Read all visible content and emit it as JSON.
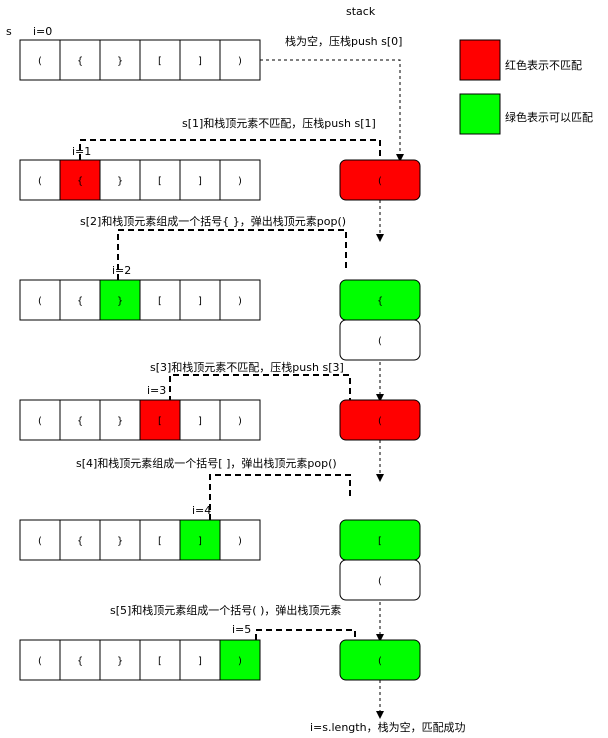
{
  "header": {
    "s_label": "s",
    "stack_label": "stack"
  },
  "legend": {
    "red": {
      "text": "红色表示不匹配",
      "color": "#ff0000"
    },
    "green": {
      "text": "绿色表示可以匹配",
      "color": "#00ff00"
    }
  },
  "chars": [
    "(",
    "{",
    "}",
    "[",
    "]",
    ")"
  ],
  "rows": [
    {
      "index_label": "i=0",
      "highlight": null,
      "highlight_color": "",
      "caption": "栈为空，压栈push s[0]",
      "stack": []
    },
    {
      "index_label": "i=1",
      "highlight": 1,
      "highlight_color": "#ff0000",
      "caption": "s[1]和栈顶元素不匹配，压栈push s[1]",
      "stack": [
        {
          "char": "(",
          "color": "#ff0000"
        }
      ]
    },
    {
      "index_label": "i=2",
      "highlight": 2,
      "highlight_color": "#00ff00",
      "caption": "s[2]和栈顶元素组成一个括号{ }，弹出栈顶元素pop()",
      "stack": [
        {
          "char": "{",
          "color": "#00ff00"
        },
        {
          "char": "(",
          "color": "#ffffff"
        }
      ]
    },
    {
      "index_label": "i=3",
      "highlight": 3,
      "highlight_color": "#ff0000",
      "caption": "s[3]和栈顶元素不匹配，压栈push s[3]",
      "stack": [
        {
          "char": "(",
          "color": "#ff0000"
        }
      ]
    },
    {
      "index_label": "i=4",
      "highlight": 4,
      "highlight_color": "#00ff00",
      "caption": "s[4]和栈顶元素组成一个括号[ ]，弹出栈顶元素pop()",
      "stack": [
        {
          "char": "[",
          "color": "#00ff00"
        },
        {
          "char": "(",
          "color": "#ffffff"
        }
      ]
    },
    {
      "index_label": "i=5",
      "highlight": 5,
      "highlight_color": "#00ff00",
      "caption": "s[5]和栈顶元素组成一个括号( )，弹出栈顶元素",
      "stack": [
        {
          "char": "(",
          "color": "#00ff00"
        }
      ]
    }
  ],
  "footer": "i=s.length，栈为空，匹配成功"
}
